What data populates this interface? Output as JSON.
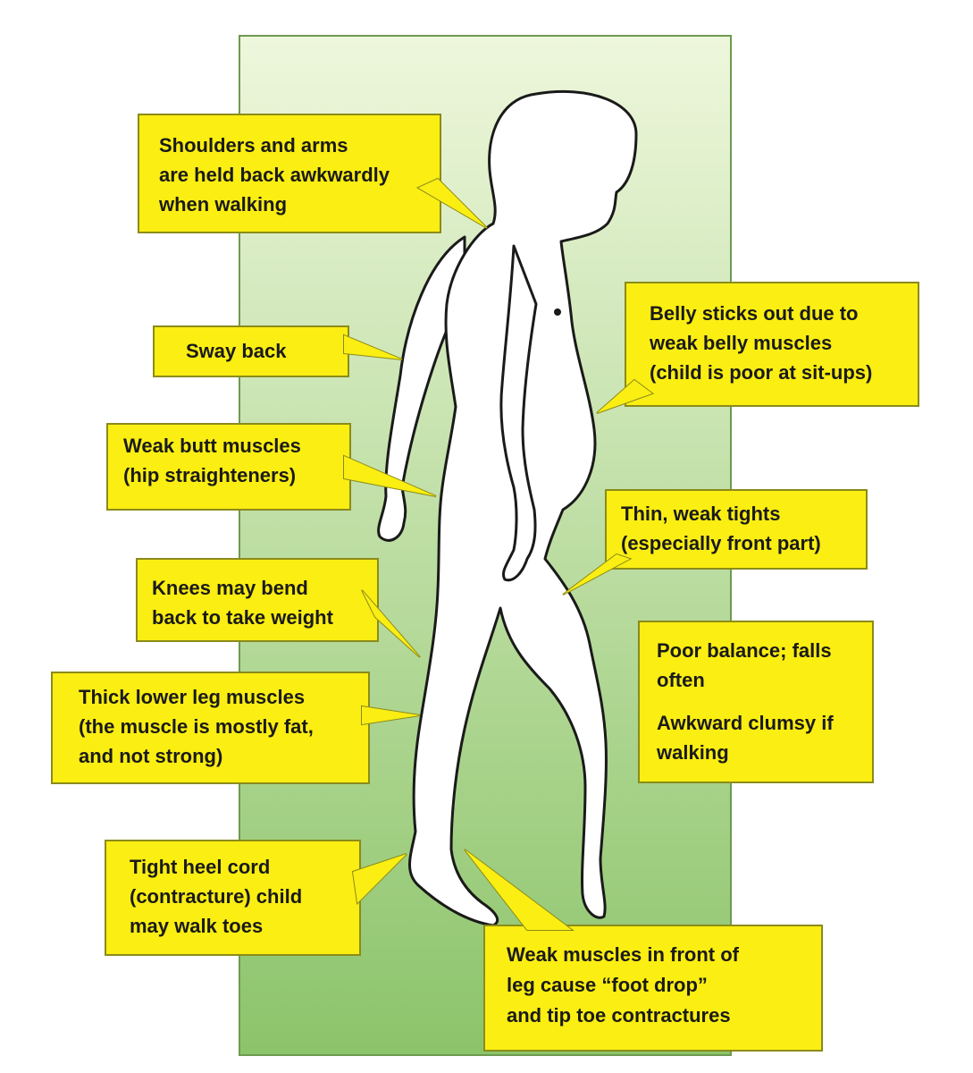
{
  "colors": {
    "panel_top": "#eef7dc",
    "panel_bottom": "#8cc46a",
    "callout_fill": "#fbee12",
    "callout_border": "#8b8b1a",
    "figure_fill": "#ffffff",
    "figure_stroke": "#1a1a1a"
  },
  "callouts": {
    "shoulders": [
      "Shoulders and arms",
      "are held back awkwardly",
      "when walking"
    ],
    "sway_back": [
      "Sway back"
    ],
    "butt": [
      "Weak butt muscles",
      "(hip straighteners)"
    ],
    "knees": [
      "Knees may bend",
      "back to take weight"
    ],
    "lower_leg": [
      "Thick lower leg muscles",
      "(the muscle is mostly fat,",
      "and not strong)"
    ],
    "heel_cord": [
      "Tight heel cord",
      "(contracture) child",
      "may walk toes"
    ],
    "belly": [
      "Belly sticks out due to",
      "weak belly muscles",
      "(child is poor at sit-ups)"
    ],
    "thighs": [
      "Thin, weak tights",
      "(especially front part)"
    ],
    "balance": [
      "Poor balance; falls",
      "often",
      "Awkward clumsy if",
      "walking"
    ],
    "foot_drop": [
      "Weak muscles in front of",
      "leg cause “foot drop”",
      "and tip toe contractures"
    ]
  }
}
